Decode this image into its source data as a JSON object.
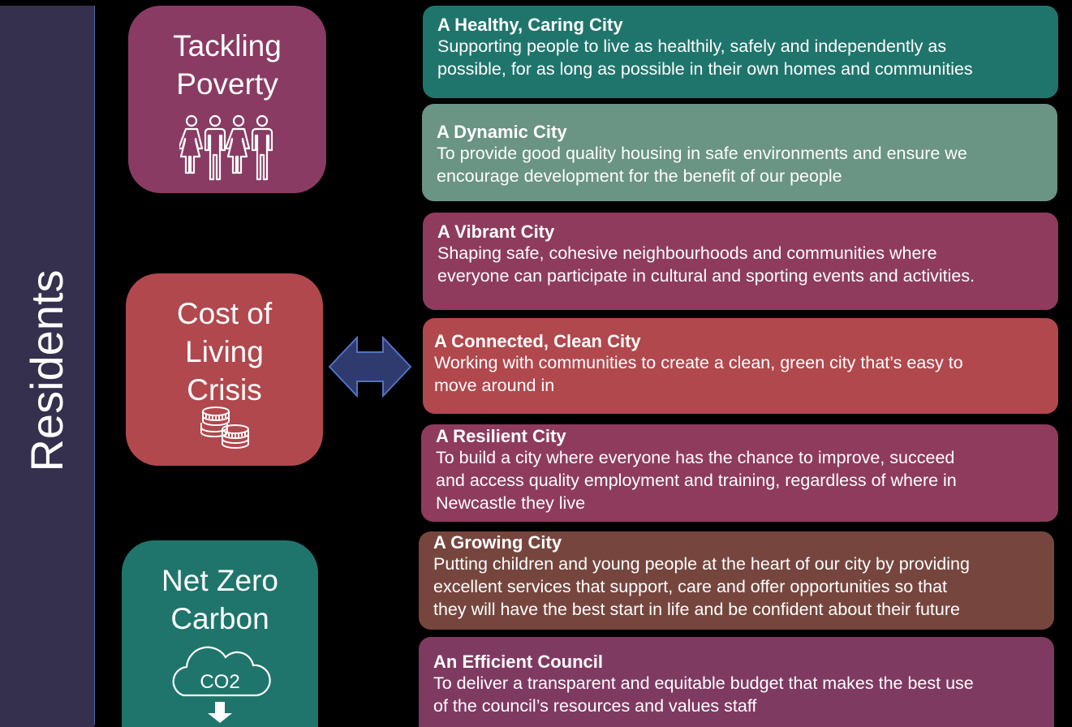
{
  "sidebar": {
    "label": "Residents"
  },
  "themes": [
    {
      "title_line1": "Tackling",
      "title_line2": "Poverty",
      "icon": "people-group-icon",
      "color": "#8a3b63"
    },
    {
      "title_line1": "Cost of",
      "title_line2": "Living",
      "title_line3": "Crisis",
      "icon": "coins-icon",
      "color": "#b1484d"
    },
    {
      "title_line1": "Net Zero",
      "title_line2": "Carbon",
      "icon": "co2-cloud-icon",
      "icon_text": "CO2",
      "color": "#1f756c"
    }
  ],
  "connector": {
    "icon": "double-arrow-icon",
    "color": "#2f3a6e"
  },
  "priorities": [
    {
      "title": "A Healthy, Caring City",
      "line1": "Supporting people to live as healthily, safely and independently as",
      "line2": "possible, for as long as possible in their own homes and communities",
      "color": "#1f756c"
    },
    {
      "title": "A Dynamic City",
      "line1": "To provide good quality housing in safe environments and ensure we",
      "line2": "encourage development for the benefit of our people",
      "color": "#6a9484"
    },
    {
      "title": "A Vibrant City",
      "line1": "Shaping safe, cohesive neighbourhoods and communities where",
      "line2": "everyone can participate in cultural and sporting events and activities.",
      "color": "#8e3b5e"
    },
    {
      "title": "A Connected, Clean City",
      "line1": "Working with communities to create a clean, green city that’s easy  to",
      "line2": "move around in",
      "color": "#b1484d"
    },
    {
      "title": "A Resilient City",
      "line1": "To build a city where everyone has the chance to improve, succeed",
      "line2": "and access quality employment and training, regardless of where in",
      "line3": "Newcastle they live",
      "color": "#8e3b5e"
    },
    {
      "title": "A Growing City",
      "line1": "Putting children and young people at the heart of our city by providing",
      "line2": "excellent services that support, care and offer opportunities so that",
      "line3": "they will have the best start in life and be confident about their future",
      "color": "#76463e"
    },
    {
      "title": "An Efficient Council",
      "line1": "To deliver a transparent and equitable budget that makes the best use",
      "line2": "of the council’s resources and values staff",
      "color": "#7f3a62"
    }
  ]
}
